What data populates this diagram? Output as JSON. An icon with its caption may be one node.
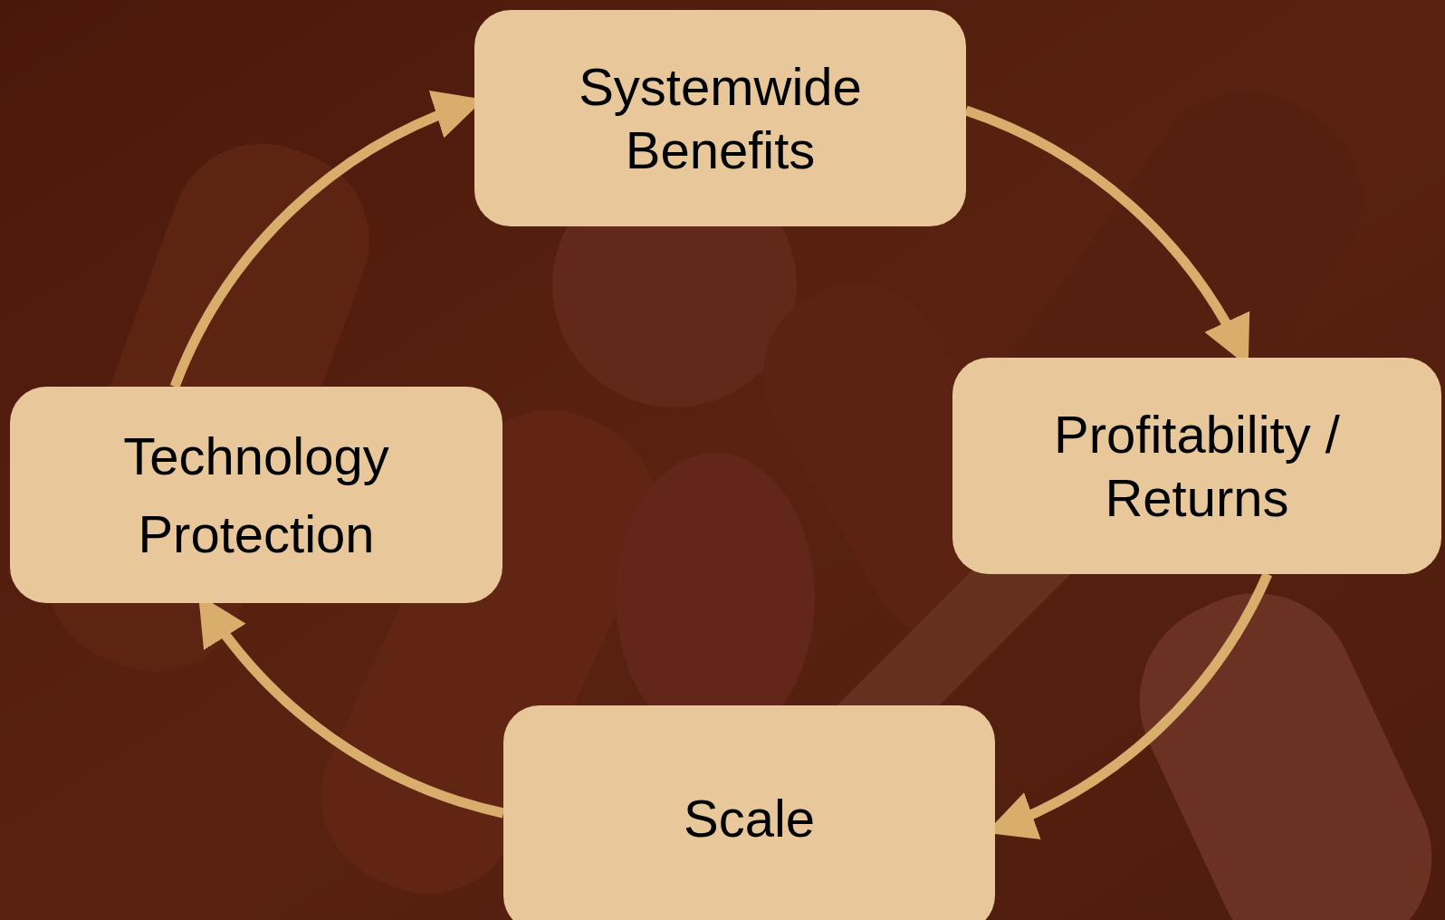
{
  "diagram": {
    "nodes": [
      {
        "text": [
          "Systemwide Benefits"
        ]
      },
      {
        "text": [
          "Profitability / Returns"
        ]
      },
      {
        "text": [
          "Scale"
        ]
      },
      {
        "text": [
          "Technology",
          "Protection"
        ]
      }
    ],
    "edges": [
      {
        "from": 0,
        "to": 1,
        "arrow": "to"
      },
      {
        "from": 1,
        "to": 2,
        "arrow": "to"
      },
      {
        "from": 2,
        "to": 3,
        "arrow": "to"
      },
      {
        "from": 3,
        "to": 0,
        "arrow": "to"
      }
    ]
  }
}
